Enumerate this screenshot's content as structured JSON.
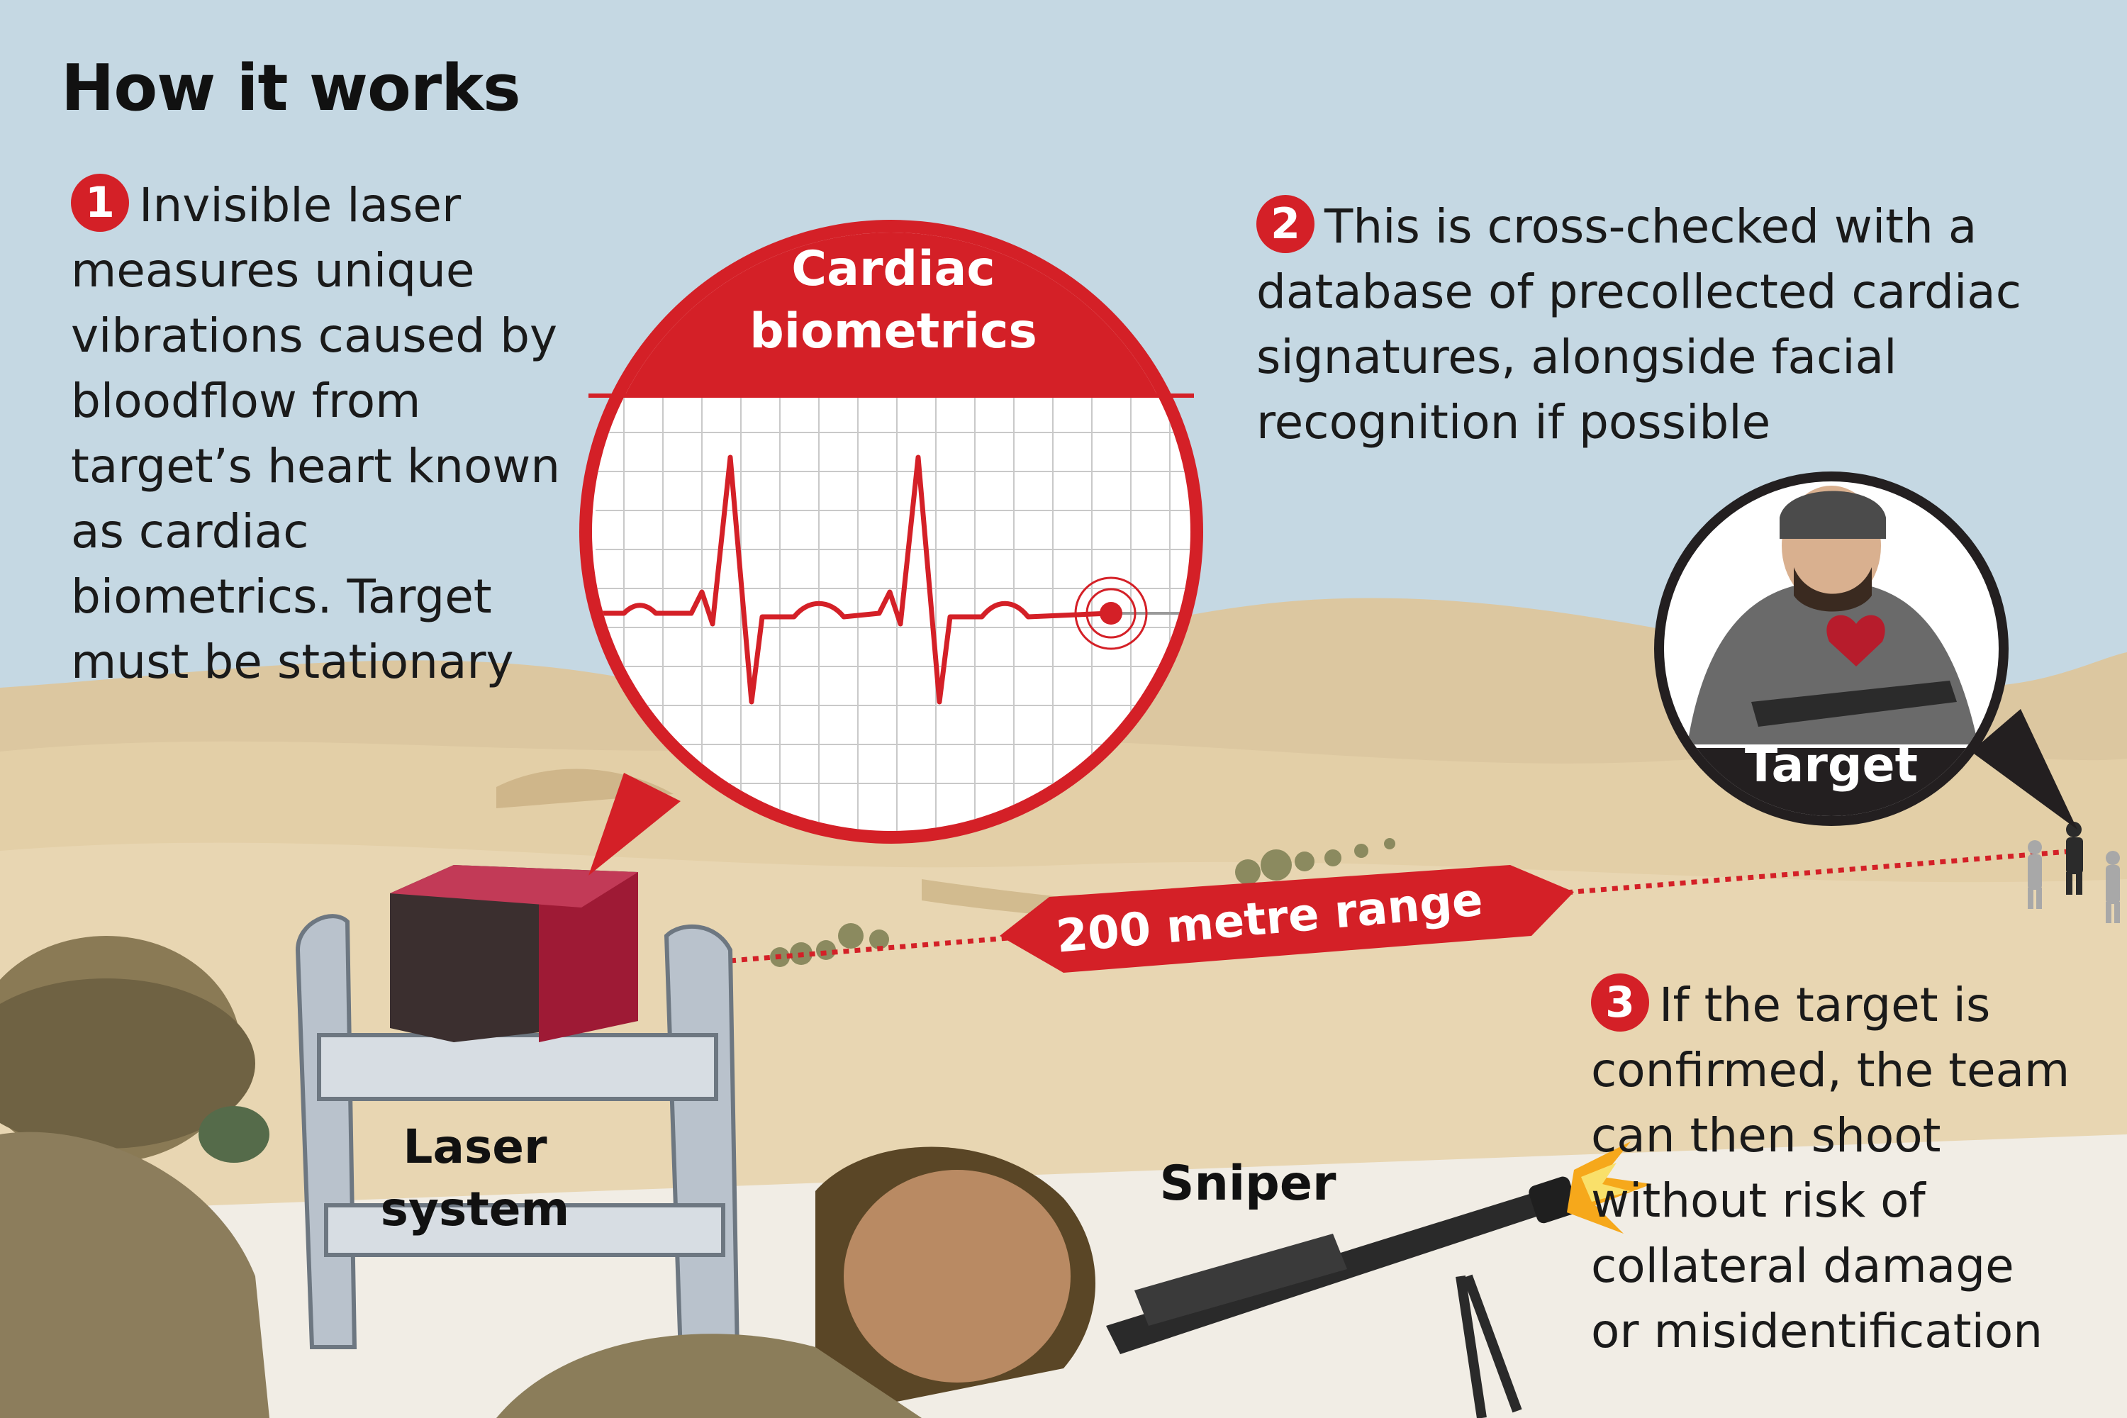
{
  "title": "How it works",
  "steps": [
    {
      "number": "1",
      "text": "Invisible laser measures unique vibrations caused by bloodflow from target’s heart known as cardiac biometrics. Target must be stationary"
    },
    {
      "number": "2",
      "text": "This is cross-checked with a database of precollected cardiac signatures, alongside facial recognition if possible"
    },
    {
      "number": "3",
      "text": "If the target is confirmed, the team can then shoot without risk of collateral damage or misidentification"
    }
  ],
  "callout": {
    "title_line1": "Cardiac",
    "title_line2": "biometrics"
  },
  "labels": {
    "laser_system_line1": "Laser",
    "laser_system_line2": "system",
    "sniper": "Sniper",
    "target": "Target",
    "range": "200 metre range"
  },
  "colors": {
    "accent_red": "#d42027",
    "sky": "#c5d8e3",
    "sand": "#e3cfa7",
    "dark": "#231f20"
  }
}
